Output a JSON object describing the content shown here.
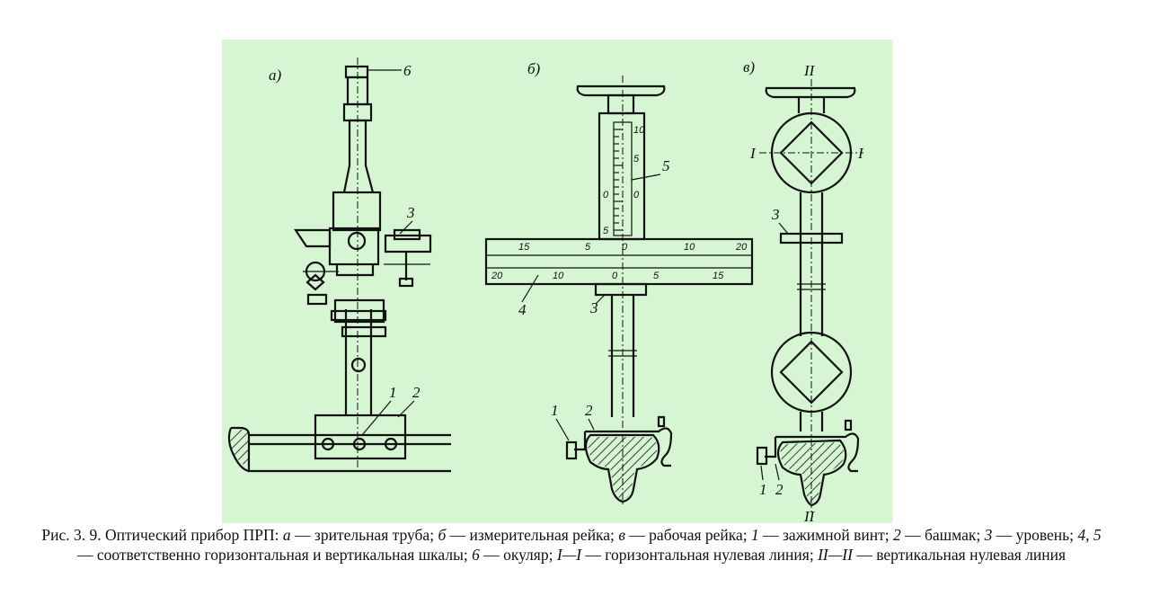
{
  "figure": {
    "panel_a": {
      "label": "а)",
      "callouts": [
        "6",
        "3",
        "1",
        "2"
      ]
    },
    "panel_b": {
      "label": "б)",
      "callouts": [
        "5",
        "4",
        "3",
        "1",
        "2"
      ],
      "vertical_scale_ticks": [
        "10",
        "5",
        "0",
        "0",
        "5"
      ],
      "horizontal_scale_top": [
        "15",
        "5",
        "0",
        "10",
        "20"
      ],
      "horizontal_scale_bottom": [
        "20",
        "10",
        "0",
        "5",
        "15"
      ]
    },
    "panel_c": {
      "label": "в)",
      "callouts": [
        "3",
        "1",
        "2"
      ],
      "axis_top": "II",
      "axis_bottom": "II",
      "axis_left": "I",
      "axis_right": "I"
    }
  },
  "caption": {
    "parts": [
      {
        "t": "Рис. 3. 9. Оптический прибор ПРП: ",
        "i": false
      },
      {
        "t": "а",
        "i": true
      },
      {
        "t": " — зрительная труба; ",
        "i": false
      },
      {
        "t": "б",
        "i": true
      },
      {
        "t": " — измерительная рейка; ",
        "i": false
      },
      {
        "t": "в",
        "i": true
      },
      {
        "t": " — рабочая рейка; ",
        "i": false
      },
      {
        "t": "1",
        "i": true
      },
      {
        "t": " — зажимной винт; ",
        "i": false
      },
      {
        "t": "2",
        "i": true
      },
      {
        "t": " — башмак; ",
        "i": false
      },
      {
        "t": "3",
        "i": true
      },
      {
        "t": " — уровень; ",
        "i": false
      },
      {
        "t": "4",
        "i": true
      },
      {
        "t": ", ",
        "i": false
      },
      {
        "t": "5",
        "i": true
      },
      {
        "t": " — соответственно горизонтальная и вертикальная шкалы; ",
        "i": false
      },
      {
        "t": "6",
        "i": true
      },
      {
        "t": " — окуляр; ",
        "i": false
      },
      {
        "t": "I—I",
        "i": true
      },
      {
        "t": " — горизонтальная нулевая линия; ",
        "i": false
      },
      {
        "t": "II—II",
        "i": true
      },
      {
        "t": " — вертикальная нулевая линия",
        "i": false
      }
    ]
  }
}
